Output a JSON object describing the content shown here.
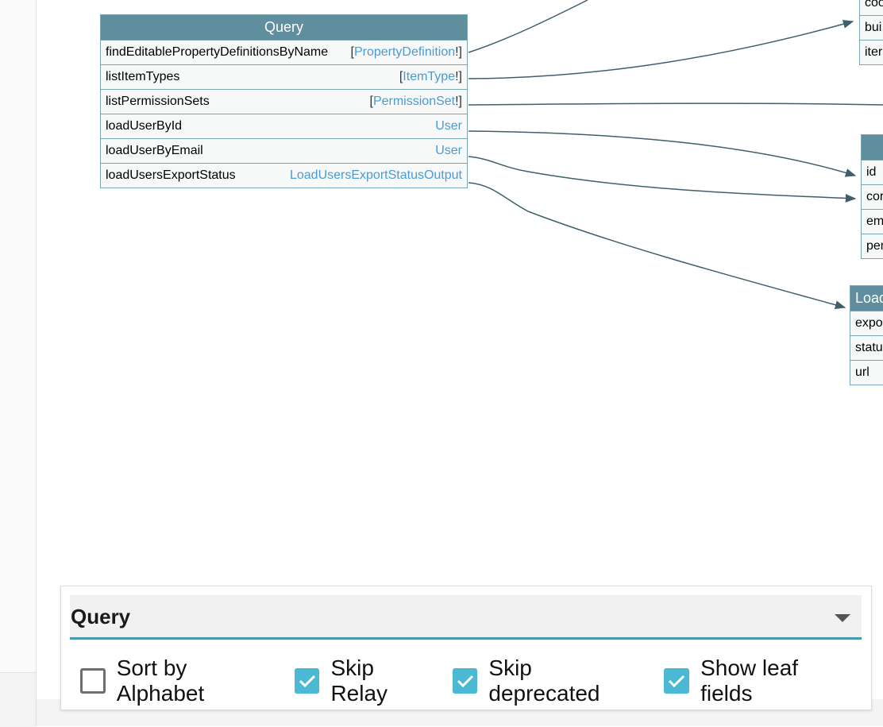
{
  "query_node": {
    "title": "Query",
    "fields": [
      {
        "name": "findEditablePropertyDefinitionsByName",
        "prefix": "[",
        "type": "PropertyDefinition",
        "suffix": "!]"
      },
      {
        "name": "listItemTypes",
        "prefix": "[",
        "type": "ItemType",
        "suffix": "!]"
      },
      {
        "name": "listPermissionSets",
        "prefix": "[",
        "type": "PermissionSet",
        "suffix": "!]"
      },
      {
        "name": "loadUserById",
        "prefix": "",
        "type": "User",
        "suffix": ""
      },
      {
        "name": "loadUserByEmail",
        "prefix": "",
        "type": "User",
        "suffix": ""
      },
      {
        "name": "loadUsersExportStatus",
        "prefix": "",
        "type": "LoadUsersExportStatusOutput",
        "suffix": ""
      }
    ]
  },
  "item_type_node": {
    "title": "",
    "fields": [
      "coo",
      "bui",
      "iter"
    ]
  },
  "user_node": {
    "title": "",
    "fields": [
      "id",
      "cor",
      "em",
      "per"
    ]
  },
  "export_status_node": {
    "title": "Load",
    "fields": [
      "expo",
      "statu",
      "url"
    ]
  },
  "options_panel": {
    "title": "Query",
    "options": [
      {
        "label": "Sort by Alphabet",
        "checked": false
      },
      {
        "label": "Skip Relay",
        "checked": true
      },
      {
        "label": "Skip deprecated",
        "checked": true
      },
      {
        "label": "Show leaf fields",
        "checked": true
      }
    ]
  },
  "colors": {
    "node_header": "#5f8f9e",
    "node_border": "#7aa6b4",
    "type_link": "#4a9bd4",
    "edge": "#3f5f6b",
    "checkbox_checked": "#4bb9d4",
    "panel_underline": "#4a98ad"
  }
}
